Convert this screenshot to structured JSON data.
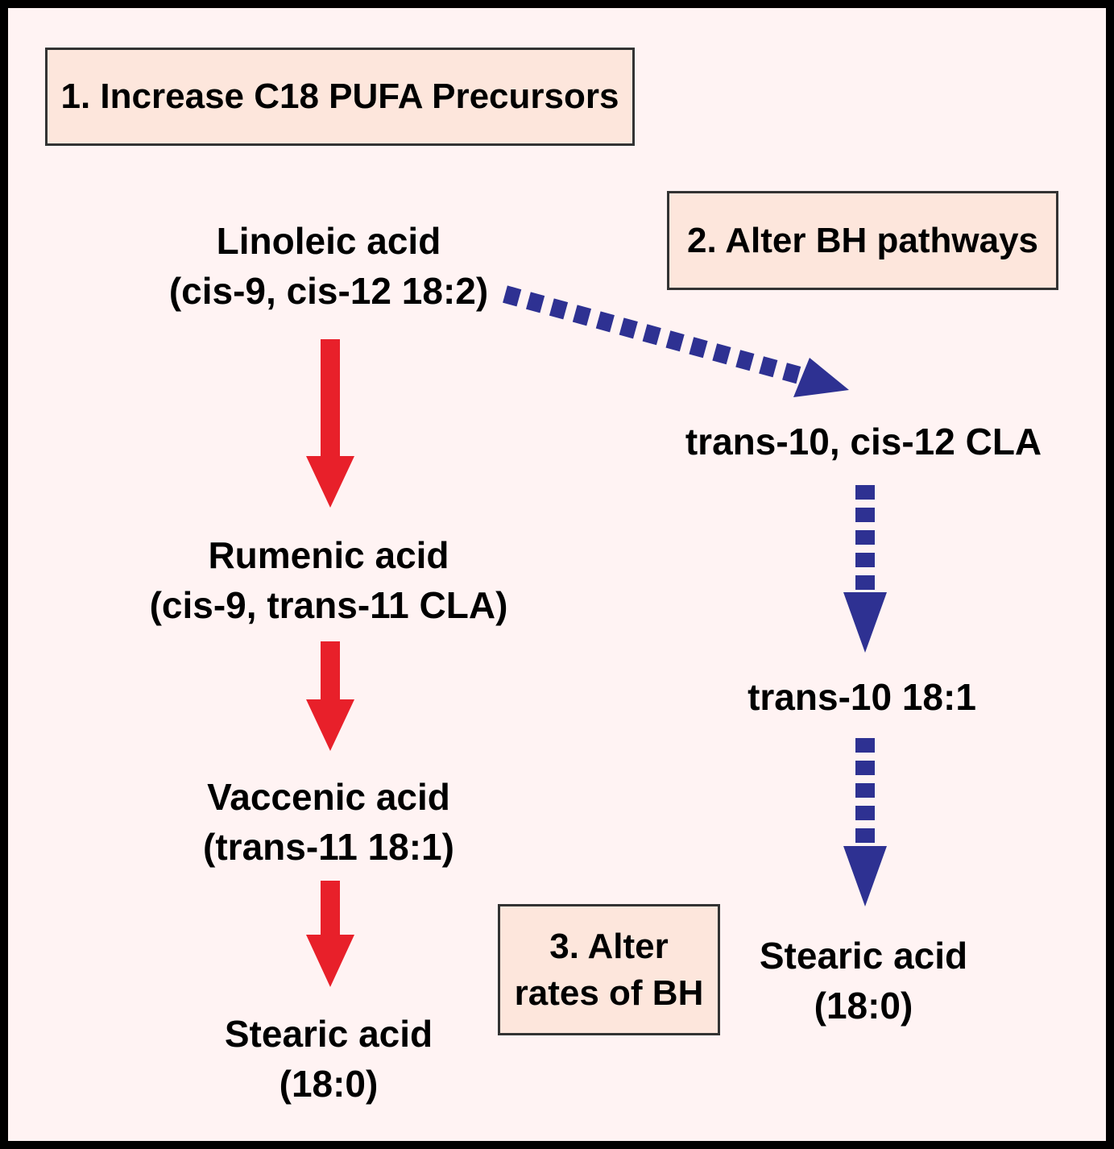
{
  "colors": {
    "background": "#fff3f3",
    "box_fill": "#fde6dc",
    "red_arrow": "#e8202a",
    "blue_arrow": "#2e3192"
  },
  "boxes": {
    "step1": "1. Increase C18 PUFA Precursors",
    "step2": "2. Alter BH pathways",
    "step3_line1": "3. Alter",
    "step3_line2": "rates of BH"
  },
  "left_pathway": {
    "linoleic_name": "Linoleic acid",
    "linoleic_formula": "(cis-9, cis-12 18:2)",
    "rumenic_name": "Rumenic acid",
    "rumenic_formula": "(cis-9, trans-11 CLA)",
    "vaccenic_name": "Vaccenic acid",
    "vaccenic_formula": "(trans-11 18:1)",
    "stearic_name": "Stearic acid",
    "stearic_formula": "(18:0)"
  },
  "right_pathway": {
    "cla": "trans-10, cis-12 CLA",
    "trans10": "trans-10 18:1",
    "stearic_name": "Stearic acid",
    "stearic_formula": "(18:0)"
  }
}
